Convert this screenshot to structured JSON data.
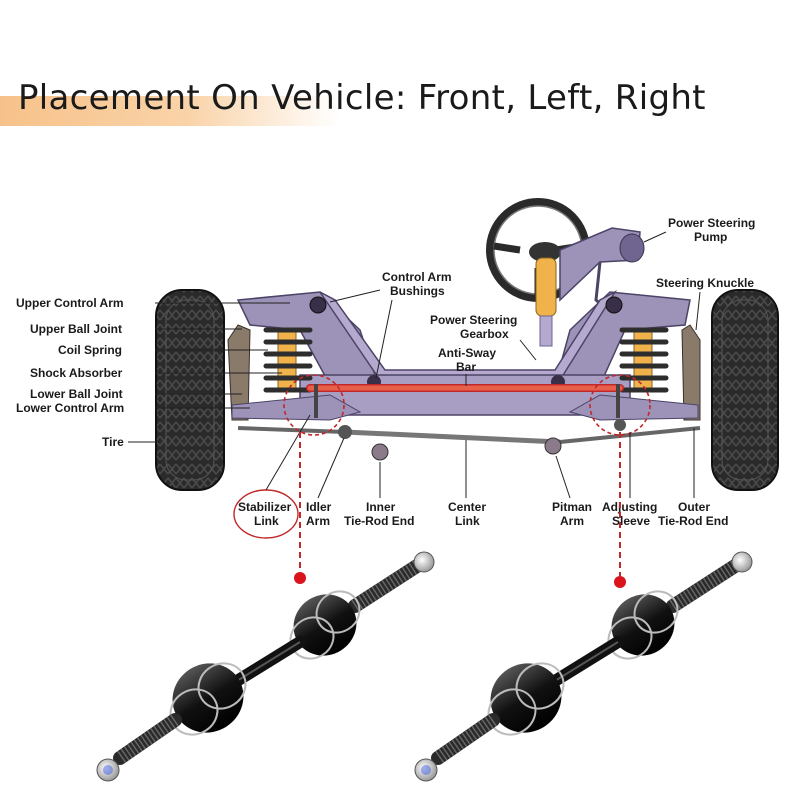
{
  "title": "Placement On Vehicle: Front, Left, Right",
  "labels": {
    "upper_control_arm": "Upper Control Arm",
    "upper_ball_joint": "Upper Ball Joint",
    "coil_spring": "Coil Spring",
    "shock_absorber": "Shock Absorber",
    "lower_ball_joint": "Lower Ball Joint",
    "lower_control_arm": "Lower Control Arm",
    "tire": "Tire",
    "control_arm_bushings_1": "Control Arm",
    "control_arm_bushings_2": "Bushings",
    "power_steering_gearbox_1": "Power Steering",
    "power_steering_gearbox_2": "Gearbox",
    "anti_sway_bar_1": "Anti-Sway",
    "anti_sway_bar_2": "Bar",
    "power_steering_pump_1": "Power Steering",
    "power_steering_pump_2": "Pump",
    "steering_knuckle": "Steering Knuckle",
    "stabilizer_link_1": "Stabilizer",
    "stabilizer_link_2": "Link",
    "idler_arm_1": "Idler",
    "idler_arm_2": "Arm",
    "inner_tie_rod_end_1": "Inner",
    "inner_tie_rod_end_2": "Tie-Rod End",
    "center_link_1": "Center",
    "center_link_2": "Link",
    "pitman_arm_1": "Pitman",
    "pitman_arm_2": "Arm",
    "adjusting_sleeve_1": "Adjusting",
    "adjusting_sleeve_2": "Sleeve",
    "outer_tie_rod_end_1": "Outer",
    "outer_tie_rod_end_2": "Tie-Rod End"
  },
  "colors": {
    "frame": "#9d92b8",
    "frame_dark": "#6f6590",
    "sway_bar": "#e8604a",
    "spring": "#2d2d2d",
    "shock": "#f0b24a",
    "tire": "#2a2a2a",
    "highlight": "#c0282a",
    "title_band": "#f7c28a",
    "link_metal": "#1c1c1c"
  },
  "icons": {
    "product": "stabilizer-link-part",
    "marker": "red-dot-marker"
  }
}
